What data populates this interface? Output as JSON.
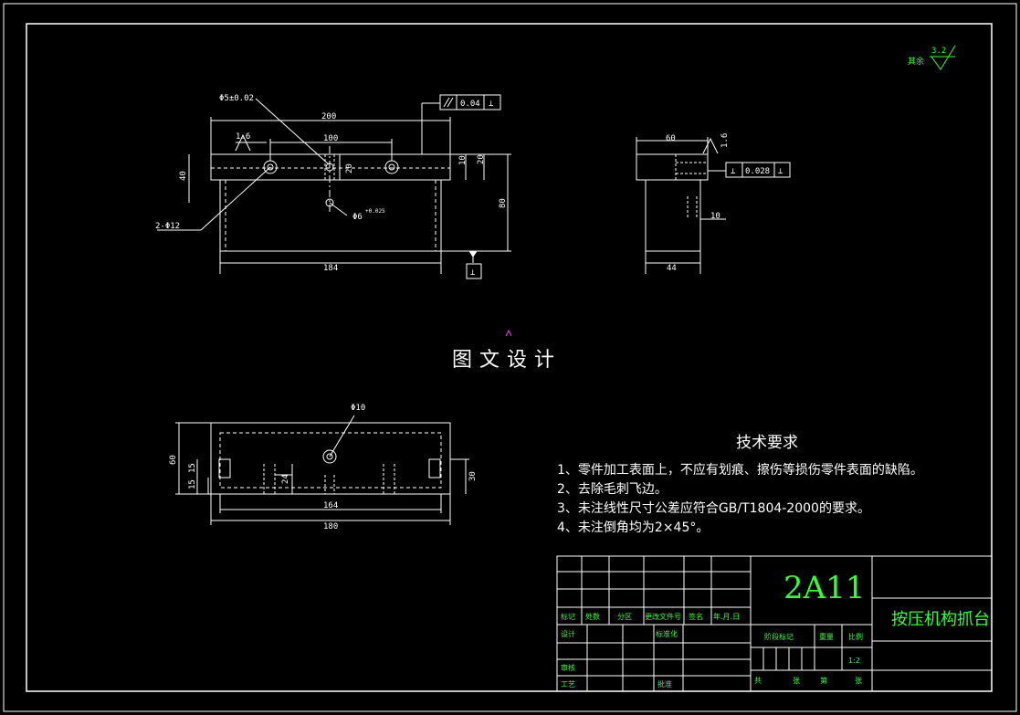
{
  "drawing": {
    "watermark": "图文设计",
    "roughness_note": "其余",
    "roughness_value": "3.2"
  },
  "front_view": {
    "dims": [
      "200",
      "100",
      "40",
      "20",
      "10",
      "20",
      "80",
      "184",
      "1.6",
      "Φ5±0.02",
      "2-Φ12",
      "Φ6",
      "+0.025",
      "0.04",
      "⊥"
    ]
  },
  "side_view": {
    "dims": [
      "60",
      "1.6",
      "0.028",
      "10",
      "44",
      "⊥"
    ]
  },
  "bottom_view": {
    "dims": [
      "Φ10",
      "60",
      "15",
      "15",
      "24",
      "30",
      "164",
      "180"
    ]
  },
  "notes": {
    "title": "技术要求",
    "items": [
      "1、零件加工表面上，不应有划痕、擦伤等损伤零件表面的缺陷。",
      "2、去除毛刺飞边。",
      "3、未注线性尺寸公差应符合GB/T1804-2000的要求。",
      "4、未注倒角均为2×45°。"
    ]
  },
  "title_block": {
    "material": "2A11",
    "part_name": "按压机构抓台",
    "labels": {
      "mark": "标记",
      "count": "处数",
      "zone": "分区",
      "change_doc": "更改文件号",
      "sign": "签名",
      "date": "年.月.日",
      "design": "设计",
      "standardize": "标准化",
      "stage_mark": "阶段标记",
      "weight": "重量",
      "scale": "比例",
      "review": "审核",
      "process": "工艺",
      "approve": "批准",
      "total": "共",
      "sheets": "张",
      "no": "第",
      "sheet": "张"
    },
    "scale_value": "1:2"
  }
}
